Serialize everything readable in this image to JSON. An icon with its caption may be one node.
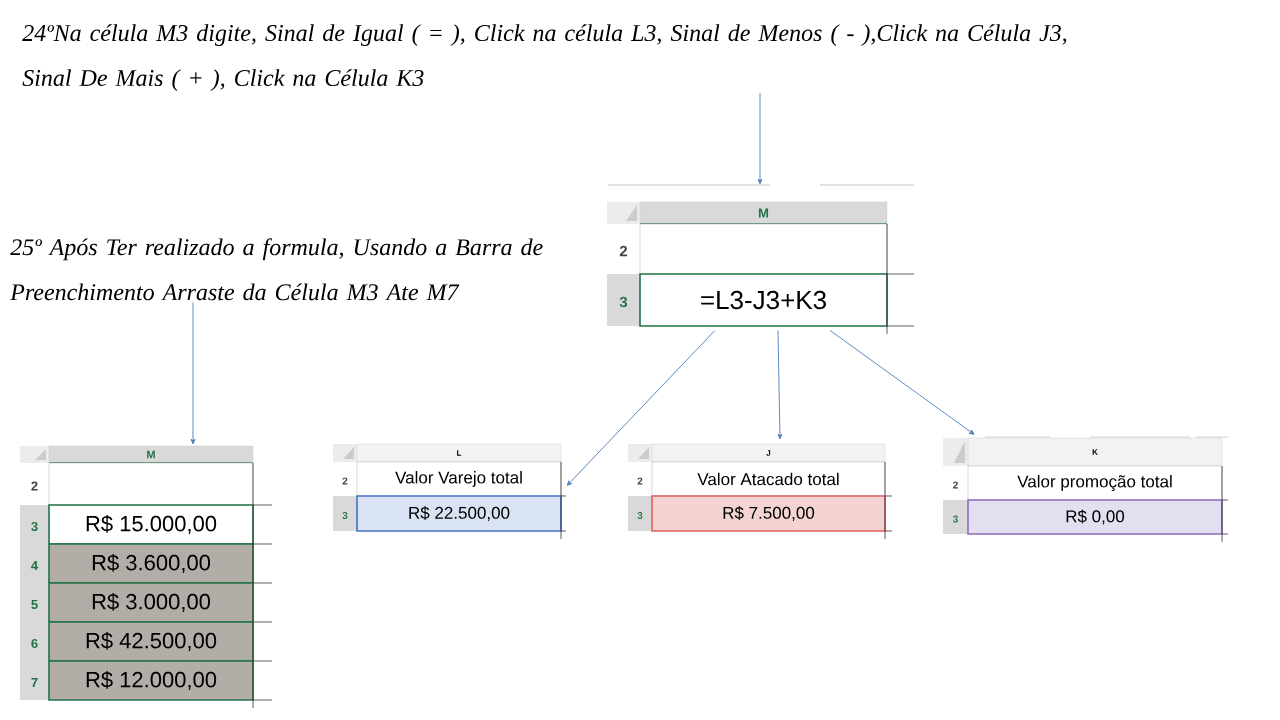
{
  "diagram": {
    "nodes": [
      {
        "text": [
          "24ºNa célula M3 digite, Sinal de Igual ( = ), Click na célula L3, Sinal de Menos ( - ),Click na Célula J3, Sinal De Mais ( + ), Click na Célula K3"
        ]
      },
      {
        "text": [
          "M",
          "2",
          "3",
          "=L3-J3+K3"
        ]
      },
      {
        "text": [
          "L",
          "2",
          "Valor Varejo total",
          "3",
          "R$ 22.500,00"
        ]
      },
      {
        "text": [
          "J",
          "2",
          "Valor Atacado total",
          "3",
          "R$ 7.500,00"
        ]
      },
      {
        "text": [
          "K",
          "2",
          "Valor promoção total",
          "3",
          "R$ 0,00"
        ]
      },
      {
        "text": [
          "25º Após Ter realizado a formula, Usando a Barra de Preenchimento Arraste da Célula M3 Ate M7"
        ]
      },
      {
        "text": [
          "M",
          "2",
          "3",
          "R$ 15.000,00",
          "4",
          "R$ 3.600,00",
          "5",
          "R$ 3.000,00",
          "6",
          "R$ 42.500,00",
          "7",
          "R$ 12.000,00"
        ]
      }
    ],
    "edges": [
      {
        "from": 0,
        "to": 1,
        "arrow": "to"
      },
      {
        "from": 1,
        "to": 2,
        "arrow": "to"
      },
      {
        "from": 1,
        "to": 3,
        "arrow": "to"
      },
      {
        "from": 1,
        "to": 4,
        "arrow": "to"
      },
      {
        "from": 5,
        "to": 6,
        "arrow": "to"
      }
    ]
  }
}
